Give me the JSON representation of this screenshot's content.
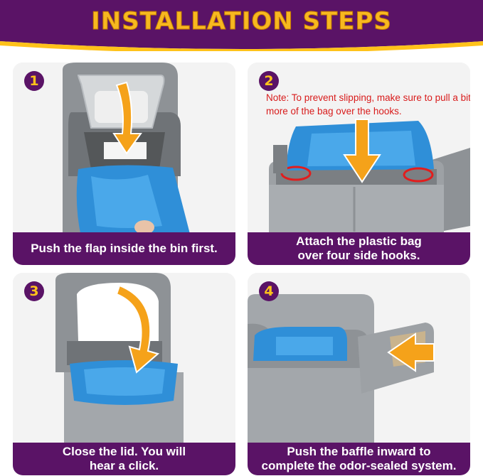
{
  "header": {
    "title": "INSTALLATION STEPS",
    "colors": {
      "band": "#5a1366",
      "title": "#f7b820",
      "curve": "#ffc21a"
    }
  },
  "steps": [
    {
      "number": "1",
      "caption": "Push the flap inside the bin first."
    },
    {
      "number": "2",
      "caption": "Attach the plastic bag\nover four side hooks.",
      "note": "Note: To prevent slipping, make sure to pull a bit more of the bag over the hooks."
    },
    {
      "number": "3",
      "caption": "Close the lid. You will\nhear a click."
    },
    {
      "number": "4",
      "caption": "Push the baffle inward to\ncomplete the odor-sealed system."
    }
  ],
  "icons": [
    "arrow-icon",
    "bin-icon",
    "bag-icon",
    "hook-marker-icon"
  ]
}
